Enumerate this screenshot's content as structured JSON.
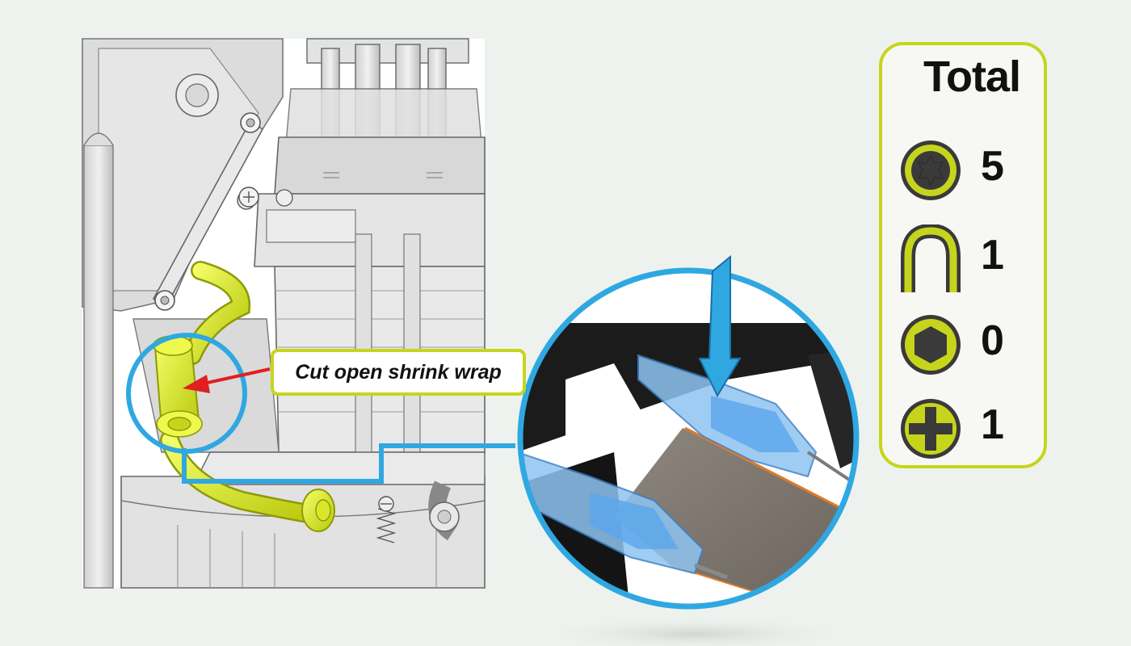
{
  "callout": {
    "label": "Cut open shrink wrap"
  },
  "legend": {
    "title": "Total",
    "items": [
      {
        "icon": "torx-screw-icon",
        "count": "5"
      },
      {
        "icon": "u-clip-icon",
        "count": "1"
      },
      {
        "icon": "hex-screw-icon",
        "count": "0"
      },
      {
        "icon": "phillips-screw-icon",
        "count": "1"
      }
    ]
  },
  "colors": {
    "accent": "#c6d51c",
    "highlight_part": "#e4f534",
    "zoom_ring": "#2fa8e2",
    "pointer_arrow": "#e02020",
    "background": "#eef2ee"
  }
}
